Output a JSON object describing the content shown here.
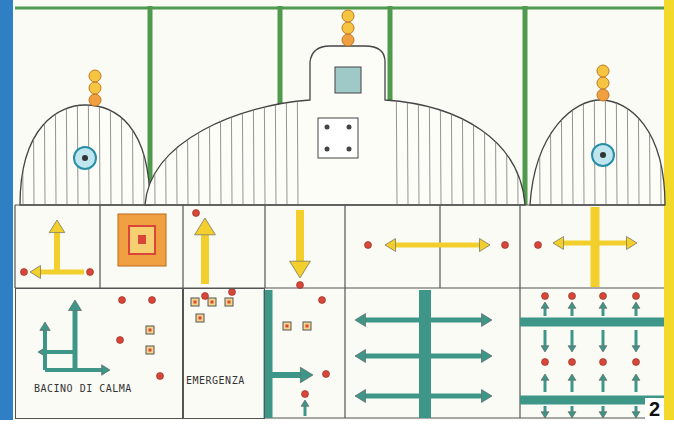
{
  "diagram": {
    "nodes": [
      {
        "text": [
          "BACINO DI CALMA"
        ]
      },
      {
        "text": [
          "EMERGENZA"
        ]
      }
    ],
    "labels": [
      "2"
    ]
  }
}
